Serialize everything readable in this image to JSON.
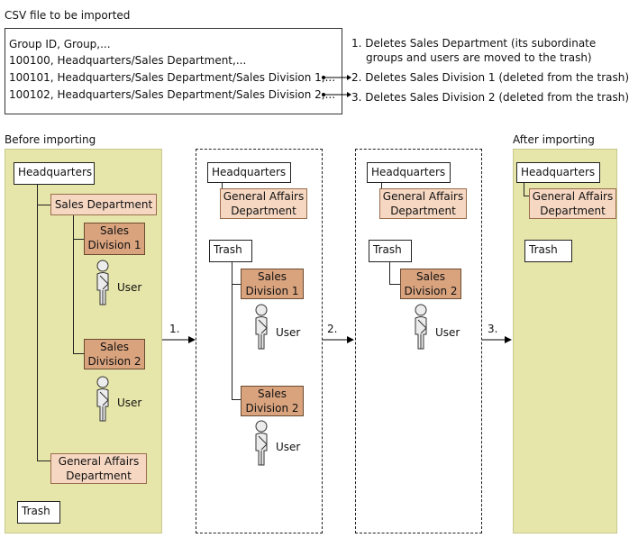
{
  "csv": {
    "title": "CSV file to be imported",
    "lines": [
      "Group ID, Group,...",
      "100100, Headquarters/Sales Department,...",
      "100101, Headquarters/Sales Department/Sales Division 1,...",
      "100102, Headquarters/Sales Department/Sales Division 2,..."
    ],
    "notes": [
      "1. Deletes Sales Department (its subordinate",
      "groups and users are moved to the trash)",
      "2. Deletes Sales Division 1 (deleted from the trash)",
      "3. Deletes Sales Division 2 (deleted from the trash)"
    ]
  },
  "labels": {
    "before": "Before importing",
    "after": "After importing",
    "step1": "1.",
    "step2": "2.",
    "step3": "3.",
    "user": "User"
  },
  "groups": {
    "hq": "Headquarters",
    "sales_dept": "Sales Department",
    "sd1_line1": "Sales",
    "sd1_line2": "Division 1",
    "sd2_line1": "Sales",
    "sd2_line2": "Division 2",
    "ga_line1": "General Affairs",
    "ga_line2": "Department",
    "trash": "Trash"
  },
  "colors": {
    "panel_fill": "#e6e6aa",
    "light_group": "#f6d7c2",
    "dark_group": "#d9a37e"
  }
}
